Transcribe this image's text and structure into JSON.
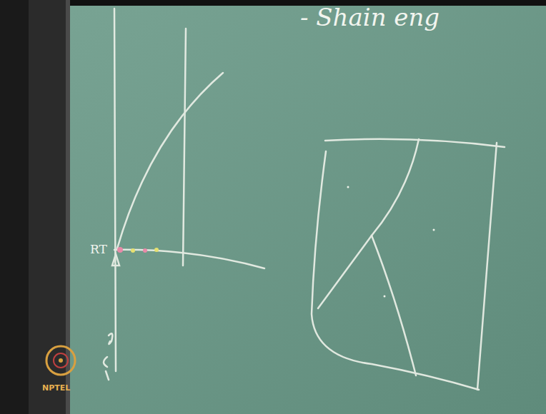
{
  "diagram": {
    "labels": [
      "- Shain eng",
      "RT",
      "NPTEL"
    ]
  }
}
